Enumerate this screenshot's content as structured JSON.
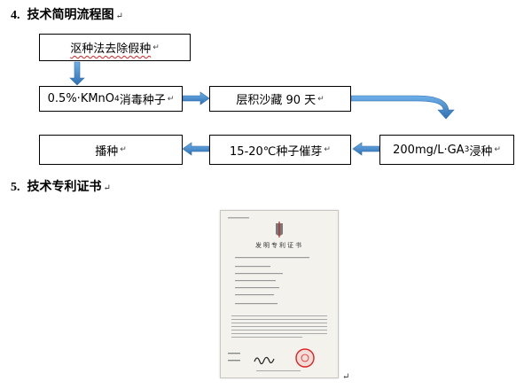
{
  "section4": {
    "number": "4.",
    "title": "技术简明流程图",
    "mark": "↵"
  },
  "section5": {
    "number": "5.",
    "title": "技术专利证书",
    "mark": "↵"
  },
  "flow": {
    "step1": {
      "label": "沤种法去除假种",
      "mark": "↵"
    },
    "step2": {
      "prefix": "0.5%·KMnO",
      "sub": "4",
      "suffix": " 消毒种子",
      "mark": "↵"
    },
    "step3": {
      "label": "层积沙藏 90 天",
      "mark": "↵"
    },
    "step4": {
      "prefix": "200mg/L·GA",
      "sub": "3",
      "suffix": " 浸种",
      "mark": "↵"
    },
    "step5": {
      "label": "15-20℃种子催芽",
      "mark": "↵"
    },
    "step6": {
      "label": "播种",
      "mark": "↵"
    }
  },
  "certificate": {
    "title": "发明专利证书"
  },
  "trailing_mark": "↵",
  "colors": {
    "arrow": "#4a90d9",
    "arrow_dark": "#2f6fb0",
    "seal": "#d22222"
  }
}
